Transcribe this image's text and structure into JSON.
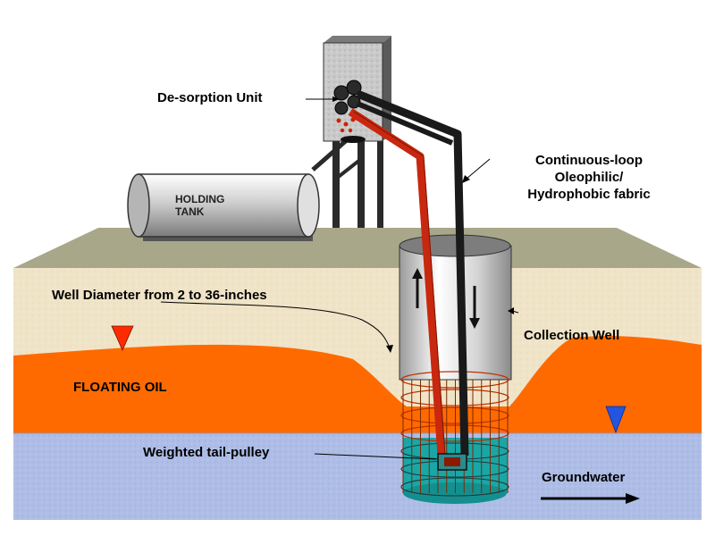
{
  "labels": {
    "desorption_unit": "De-sorption Unit",
    "holding_tank_line1": "HOLDING",
    "holding_tank_line2": "TANK",
    "fabric_line1": "Continuous-loop",
    "fabric_line2": "Oleophilic/",
    "fabric_line3": "Hydrophobic fabric",
    "well_diameter": "Well Diameter from 2 to 36-inches",
    "collection_well": "Collection Well",
    "floating_oil": "FLOATING OIL",
    "tail_pulley": "Weighted tail-pulley",
    "groundwater": "Groundwater"
  },
  "colors": {
    "ground_surface": "#a9a78a",
    "soil": "#f0e4c8",
    "oil": "#ff6a00",
    "water": "#aebde6",
    "belt_red": "#c8280f",
    "belt_black": "#1a1a1a",
    "cage": "#c03000",
    "cage_water": "#1aa6a6",
    "red_marker": "#ff2a00",
    "blue_marker": "#2255e0"
  },
  "icons": {
    "oil_level": "triangle-down-red",
    "water_level": "triangle-down-blue",
    "belt_up": "arrow-up",
    "belt_down": "arrow-down",
    "flow": "arrow-right"
  }
}
